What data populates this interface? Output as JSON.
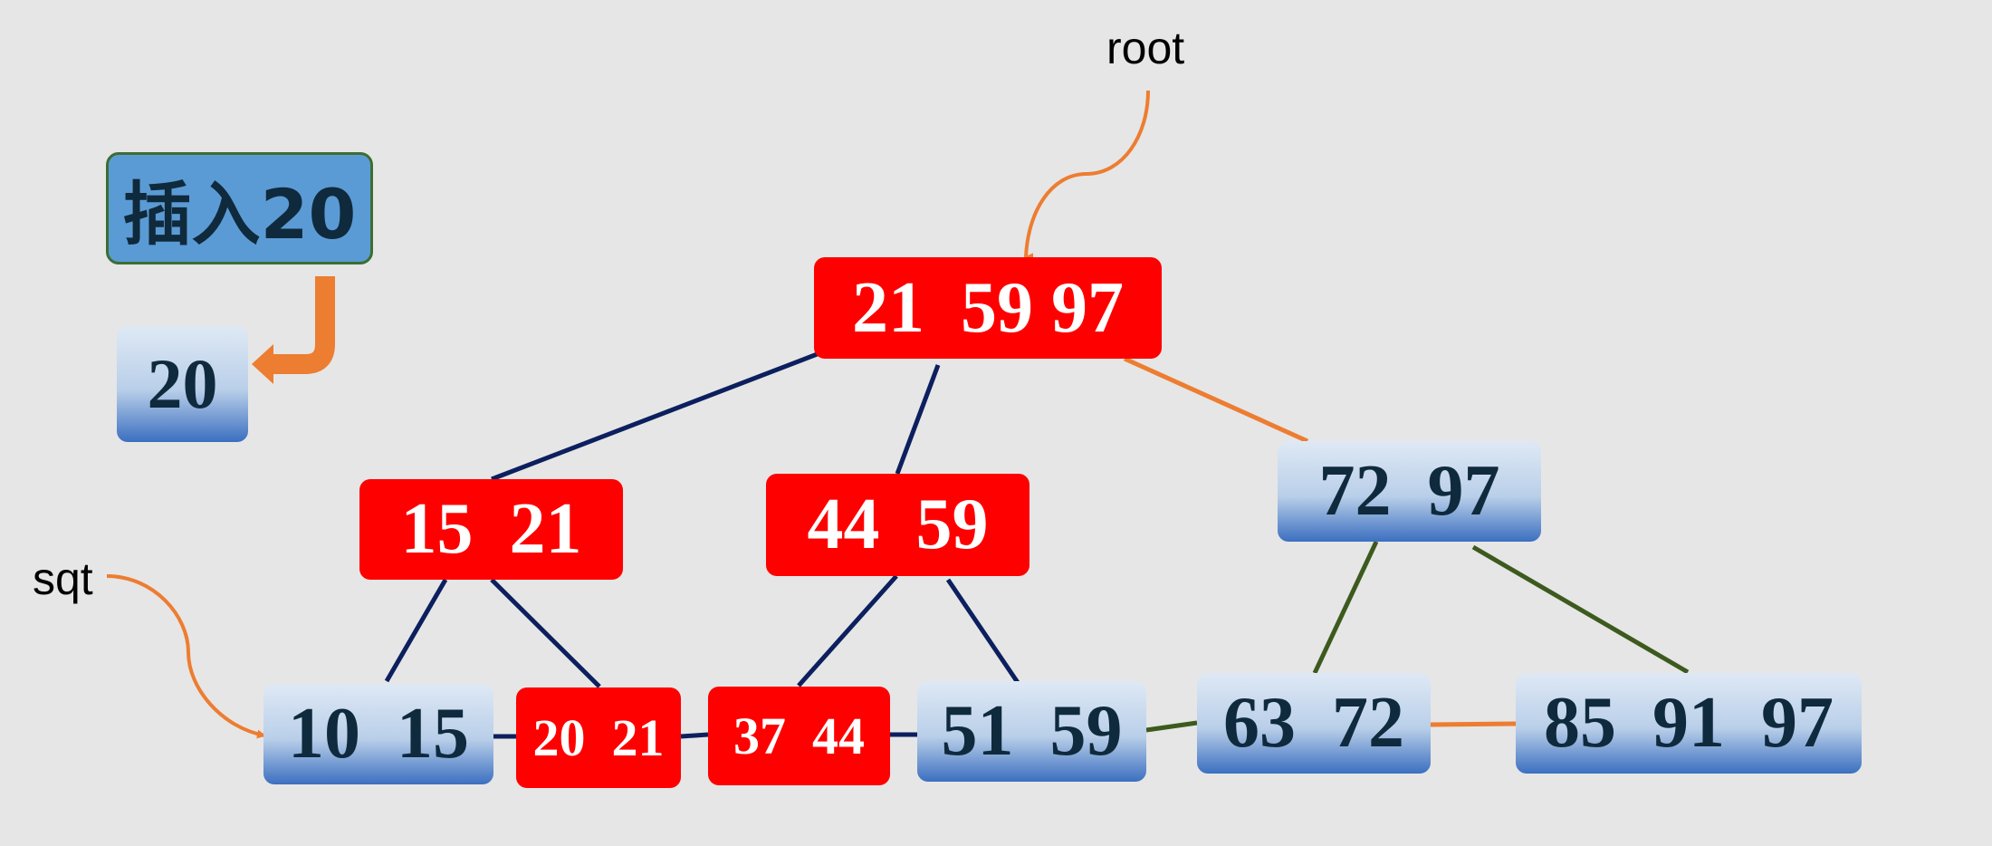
{
  "title": "插入20",
  "pointer_labels": {
    "root": "root",
    "sqt": "sqt"
  },
  "colors": {
    "highlight_node": "#ff0000",
    "normal_node": "#b9cfe9",
    "edge": "#0c1f5e",
    "edge_green": "#3d5a1e",
    "pointer": "#ed7d31",
    "title_box": "#5b9bd5"
  },
  "inserted_key": "20",
  "nodes": {
    "root": "21  59 97",
    "mid_left": "15  21",
    "mid_center": "44  59",
    "mid_right": "72  97",
    "leaf_1": "10  15",
    "leaf_2": "20  21",
    "leaf_3": "37  44",
    "leaf_4": "51  59",
    "leaf_5": "63  72",
    "leaf_6": "85  91  97"
  }
}
